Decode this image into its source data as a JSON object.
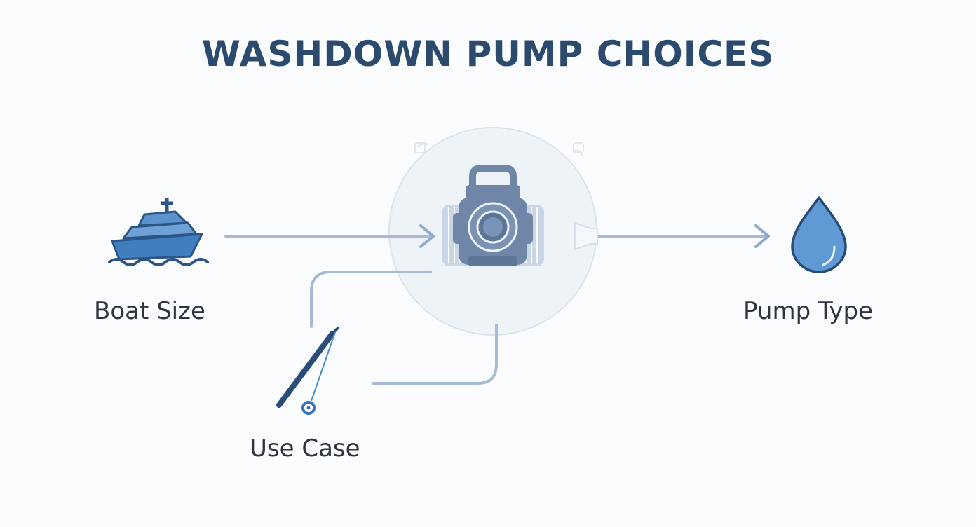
{
  "title": "WASHDOWN PUMP CHOICES",
  "nodes": {
    "boat": {
      "label": "Boat Size",
      "icon": "boat-icon"
    },
    "use_case": {
      "label": "Use Case",
      "icon": "fishing-rod-icon"
    },
    "pump": {
      "icon": "pump-icon"
    },
    "output": {
      "label": "Pump Type",
      "icon": "water-drop-icon"
    }
  },
  "colors": {
    "title": "#2c4a6e",
    "connector": "#a7bbd9",
    "arrow": "#8ea8cf",
    "pump": "#6f86a8",
    "icon_blue": "#4e88c8",
    "icon_outline": "#274b74",
    "hub_fill": "#eef3f8"
  }
}
